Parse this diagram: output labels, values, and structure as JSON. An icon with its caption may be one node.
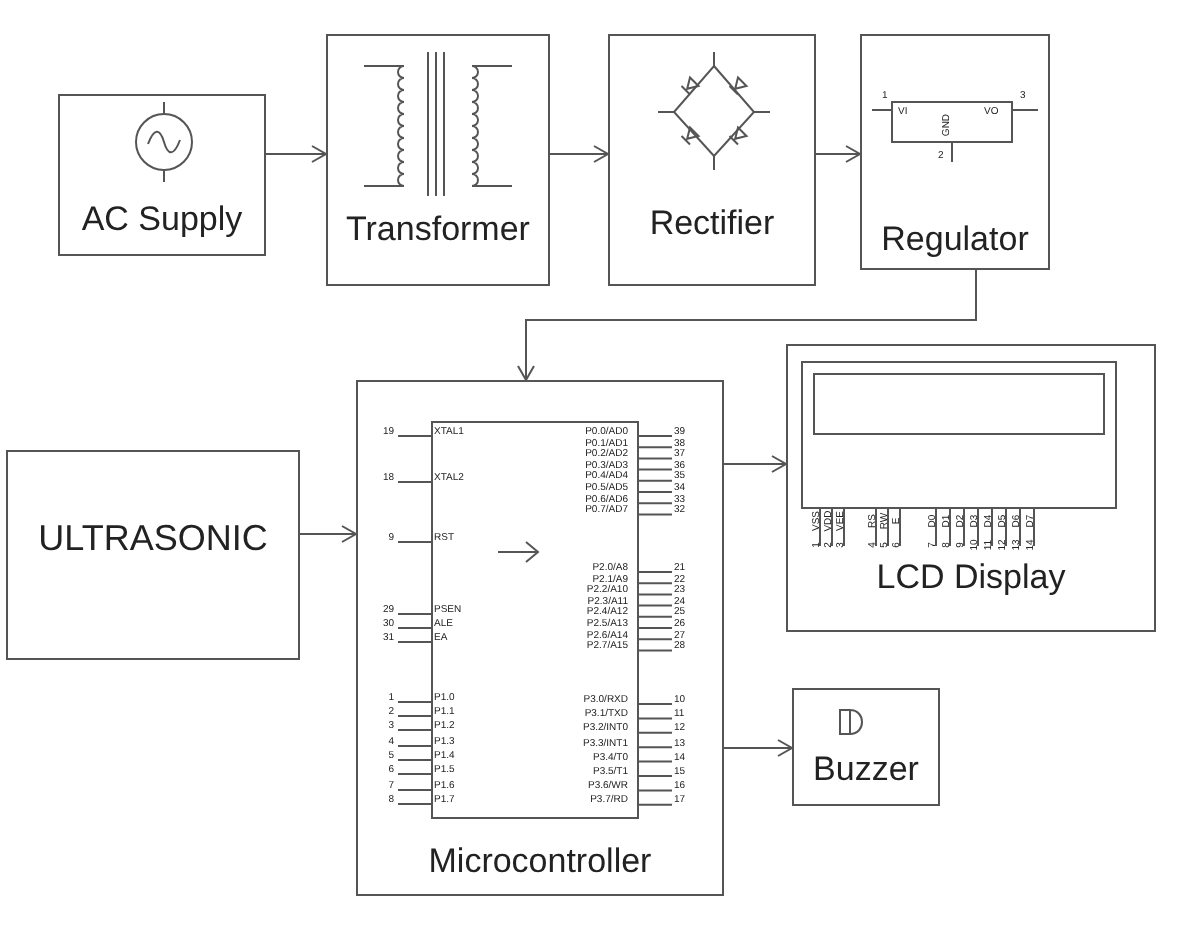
{
  "diagram": {
    "nodes": [
      {
        "text": [
          "AC Supply"
        ]
      },
      {
        "text": [
          "Transformer"
        ]
      },
      {
        "text": [
          "Rectifier"
        ]
      },
      {
        "text": [
          "Regulator"
        ]
      },
      {
        "text": [
          "ULTRASONIC"
        ]
      },
      {
        "text": [
          "Microcontroller"
        ]
      },
      {
        "text": [
          "LCD Display"
        ]
      },
      {
        "text": [
          "Buzzer"
        ]
      }
    ],
    "edges": [
      {
        "from": 0,
        "to": 1,
        "arrow": "to"
      },
      {
        "from": 1,
        "to": 2,
        "arrow": "to"
      },
      {
        "from": 2,
        "to": 3,
        "arrow": "to"
      },
      {
        "from": 3,
        "to": 5,
        "arrow": "to"
      },
      {
        "from": 4,
        "to": 5,
        "arrow": "to"
      },
      {
        "from": 5,
        "to": 6,
        "arrow": "to"
      },
      {
        "from": 5,
        "to": 7,
        "arrow": "to"
      }
    ],
    "labels": [
      "1",
      "VI",
      "VO",
      "3",
      "GND",
      "2",
      "19",
      "XTAL1",
      "18",
      "XTAL2",
      "9",
      "RST",
      "29",
      "PSEN",
      "30",
      "ALE",
      "31",
      "EA",
      "1",
      "P1.0",
      "2",
      "P1.1",
      "3",
      "P1.2",
      "4",
      "P1.3",
      "5",
      "P1.4",
      "6",
      "P1.5",
      "7",
      "P1.6",
      "8",
      "P1.7",
      "P0.0/AD0",
      "39",
      "P0.1/AD1",
      "38",
      "P0.2/AD2",
      "37",
      "P0.3/AD3",
      "36",
      "P0.4/AD4",
      "35",
      "P0.5/AD5",
      "34",
      "P0.6/AD6",
      "33",
      "P0.7/AD7",
      "32",
      "P2.0/A8",
      "21",
      "P2.1/A9",
      "22",
      "P2.2/A10",
      "23",
      "P2.3/A11",
      "24",
      "P2.4/A12",
      "25",
      "P2.5/A13",
      "26",
      "P2.6/A14",
      "27",
      "P2.7/A15",
      "28",
      "P3.0/RXD",
      "10",
      "P3.1/TXD",
      "11",
      "P3.2/INT0",
      "12",
      "P3.3/INT1",
      "13",
      "P3.4/T0",
      "14",
      "P3.5/T1",
      "15",
      "P3.6/WR",
      "16",
      "P3.7/RD",
      "17",
      "VSS",
      "VDD",
      "VEE",
      "RS",
      "RW",
      "E",
      "D0",
      "D1",
      "D2",
      "D3",
      "D4",
      "D5",
      "D6",
      "D7",
      "1",
      "2",
      "3",
      "4",
      "5",
      "6",
      "7",
      "8",
      "9",
      "10",
      "11",
      "12",
      "13",
      "14"
    ]
  }
}
